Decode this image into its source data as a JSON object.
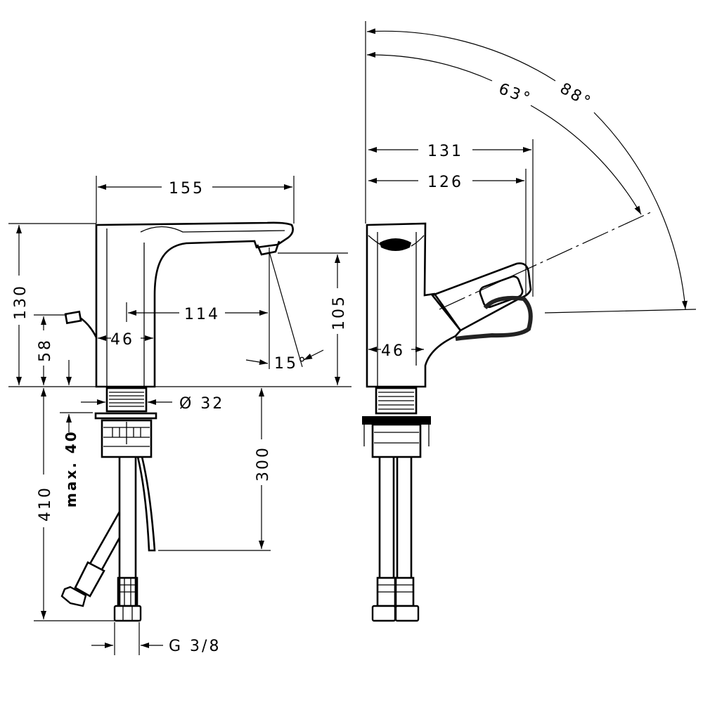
{
  "title": "Faucet dimension drawing",
  "colors": {
    "line": "#000000",
    "background": "#ffffff"
  },
  "side_view": {
    "width_155": "155",
    "height_130": "130",
    "lever_height_58": "58",
    "body_46": "46",
    "reach_114": "114",
    "spout_height_105": "105",
    "spray_angle": "15°",
    "shank_diameter": "Ø 32",
    "max_thickness": "max. 40",
    "total_410": "410",
    "hose_300": "300",
    "thread": "G 3/8"
  },
  "front_view": {
    "depth_131": "131",
    "depth_126": "126",
    "angle_63": "63°",
    "angle_88": "88°",
    "body_46": "46"
  }
}
